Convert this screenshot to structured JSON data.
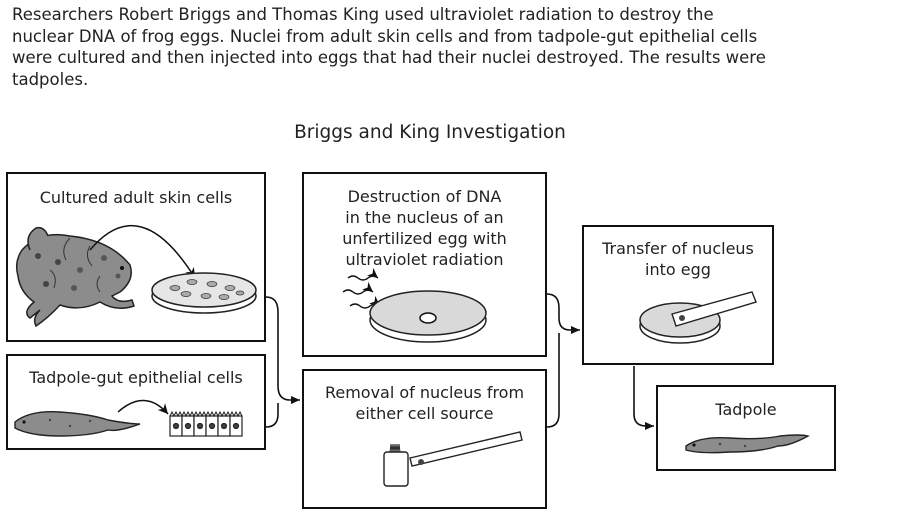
{
  "intro_lines": [
    "Researchers Robert Briggs and Thomas King used ultraviolet radiation to destroy the",
    "nuclear DNA of frog eggs. Nuclei from adult skin cells and from tadpole-gut epithelial cells",
    "were cultured and then injected into eggs that had their nuclei destroyed. The results were",
    "tadpoles."
  ],
  "diagram": {
    "title": "Briggs and King Investigation",
    "boxes": {
      "skin": {
        "label": "Cultured adult skin cells"
      },
      "gut": {
        "label": "Tadpole-gut epithelial cells"
      },
      "destruction": {
        "lines": [
          "Destruction of DNA",
          "in the nucleus of an",
          "unfertilized egg with",
          "ultraviolet radiation"
        ]
      },
      "removal": {
        "lines": [
          "Removal of nucleus from",
          "either cell source"
        ]
      },
      "transfer": {
        "lines": [
          "Transfer of nucleus",
          "into egg"
        ]
      },
      "tadpole": {
        "label": "Tadpole"
      }
    }
  }
}
